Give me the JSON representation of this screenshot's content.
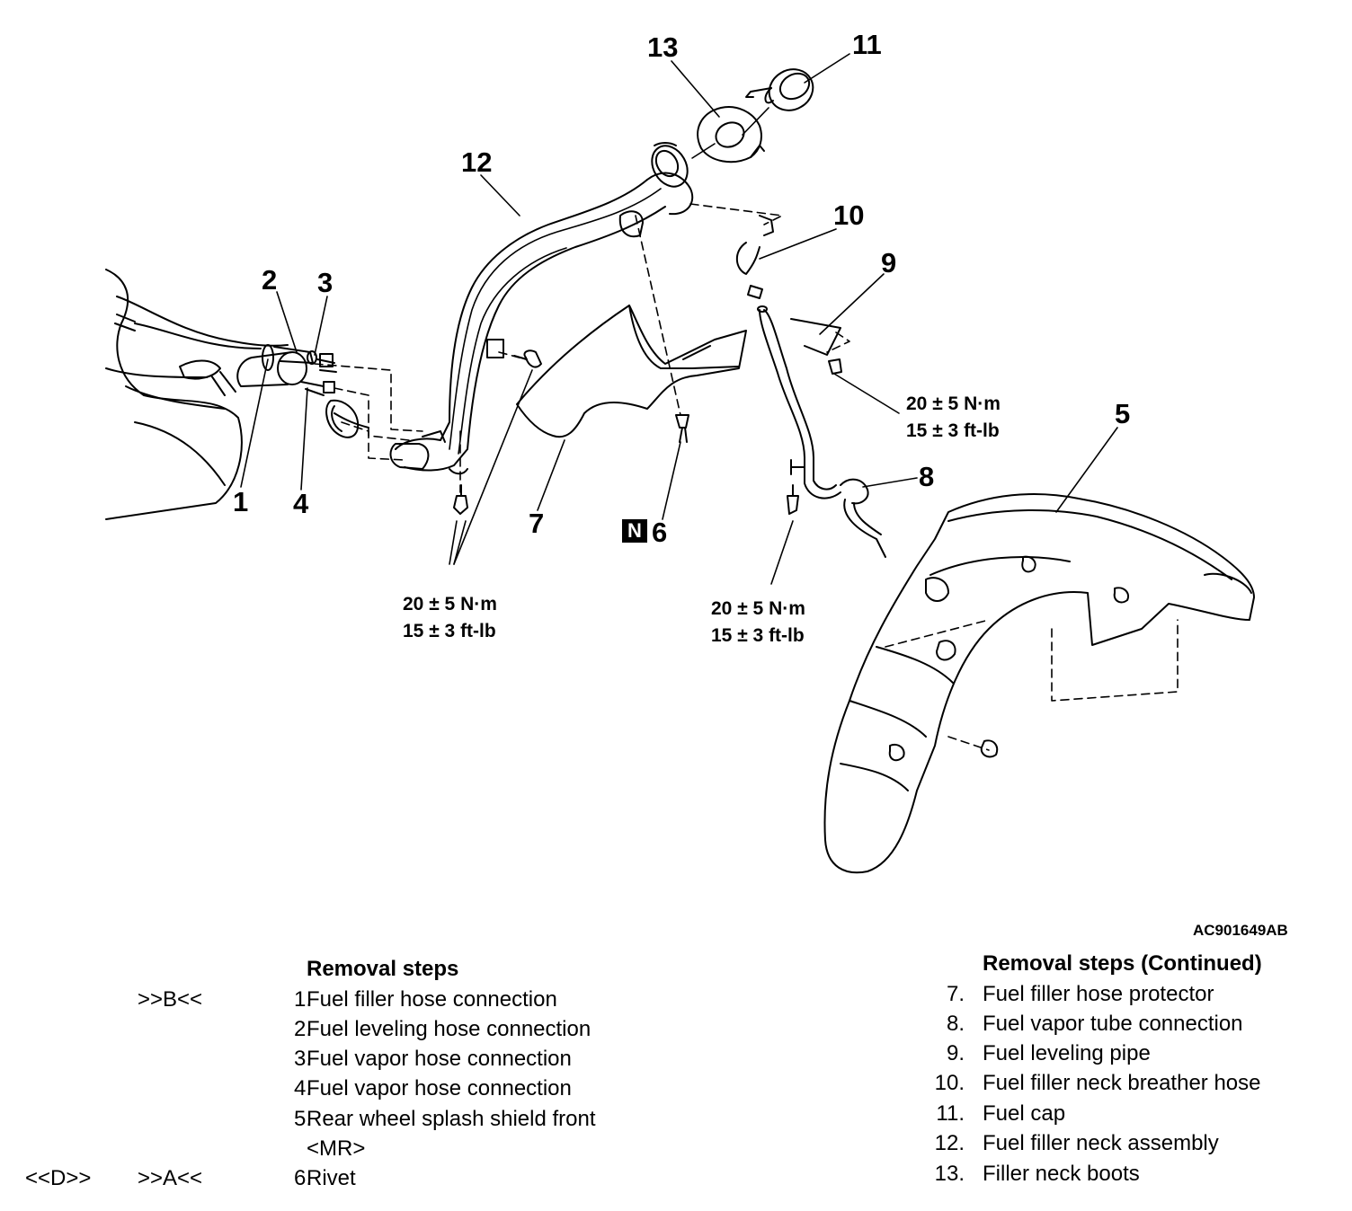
{
  "figure": {
    "callouts": [
      "1",
      "2",
      "3",
      "4",
      "5",
      "6",
      "7",
      "8",
      "9",
      "10",
      "11",
      "12",
      "13"
    ],
    "torque_specs": [
      {
        "metric": "20 ± 5 N·m",
        "imperial": "15 ± 3 ft-lb"
      },
      {
        "metric": "20 ± 5 N·m",
        "imperial": "15 ± 3 ft-lb"
      },
      {
        "metric": "20 ± 5 N·m",
        "imperial": "15 ± 3 ft-lb"
      }
    ],
    "new_part_badge": "N",
    "figure_code": "AC901649AB"
  },
  "removal_steps": {
    "title": "Removal steps",
    "items": [
      {
        "mark_a": "",
        "mark_b": ">>B<<",
        "num": "1.",
        "label": "Fuel filler hose connection"
      },
      {
        "mark_a": "",
        "mark_b": "",
        "num": "2.",
        "label": "Fuel leveling hose connection"
      },
      {
        "mark_a": "",
        "mark_b": "",
        "num": "3.",
        "label": "Fuel vapor hose connection"
      },
      {
        "mark_a": "",
        "mark_b": "",
        "num": "4.",
        "label": "Fuel vapor hose connection"
      },
      {
        "mark_a": "",
        "mark_b": "",
        "num": "5.",
        "label": "Rear wheel splash shield front"
      },
      {
        "mark_a": "",
        "mark_b": "",
        "num": "",
        "label": "<MR>"
      },
      {
        "mark_a": "<<D>>",
        "mark_b": ">>A<<",
        "num": "6.",
        "label": "Rivet"
      }
    ]
  },
  "removal_steps_continued": {
    "title": "Removal steps (Continued)",
    "items": [
      {
        "num": "7.",
        "label": "Fuel filler hose protector"
      },
      {
        "num": "8.",
        "label": "Fuel vapor tube connection"
      },
      {
        "num": "9.",
        "label": "Fuel leveling pipe"
      },
      {
        "num": "10.",
        "label": "Fuel filler neck breather hose"
      },
      {
        "num": "11.",
        "label": "Fuel cap"
      },
      {
        "num": "12.",
        "label": "Fuel filler neck assembly"
      },
      {
        "num": "13.",
        "label": "Filler neck boots"
      }
    ]
  }
}
